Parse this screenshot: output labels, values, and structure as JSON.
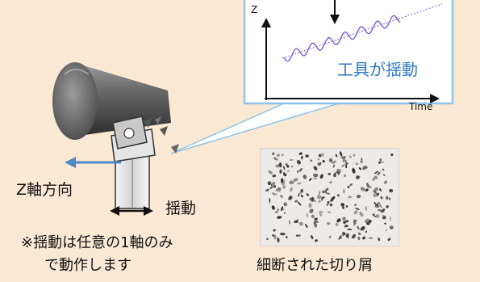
{
  "graph": {
    "y_axis_label": "Z",
    "x_axis_label": "Time",
    "annotation": "工具が揺動"
  },
  "labels": {
    "z_direction": "Z軸方向",
    "oscillation": "揺動",
    "note_line1": "※揺動は任意の1軸のみ",
    "note_line2": "で動作します",
    "chips_caption": "細断された切り屑"
  },
  "colors": {
    "background": "#fbe9d4",
    "panel_border": "#8ec3ea",
    "accent_blue": "#2f78c8"
  }
}
